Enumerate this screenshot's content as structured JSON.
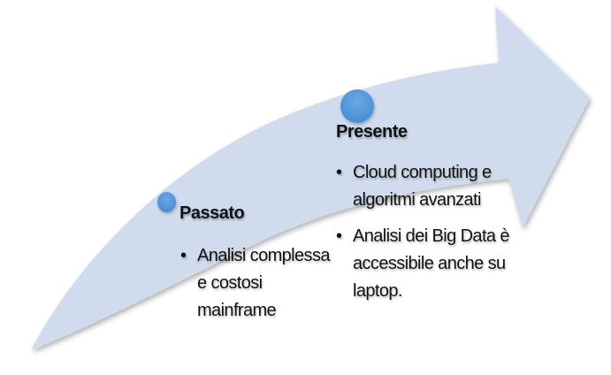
{
  "colors": {
    "arrow": "#d0dcee",
    "dot": "#4a8fd8"
  },
  "stages": [
    {
      "title": "Passato",
      "bullets": [
        "Analisi complessa e costosi mainframe"
      ]
    },
    {
      "title": "Presente",
      "bullets": [
        "Cloud computing e algoritmi avanzati",
        "Analisi dei Big Data è accessibile anche su laptop."
      ]
    }
  ]
}
